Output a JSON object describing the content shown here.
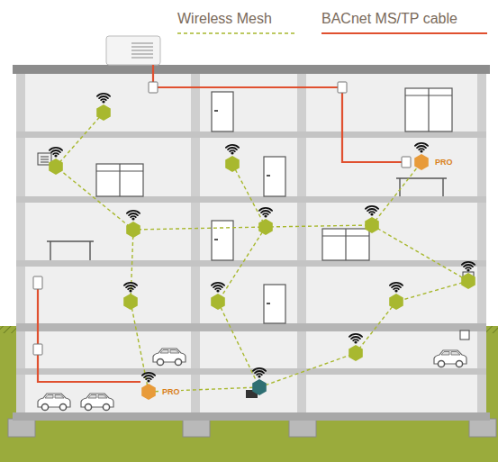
{
  "diagram": {
    "nodes": [
      {
        "text": [
          "PRO"
        ]
      },
      {
        "text": [
          "PRO"
        ]
      }
    ],
    "legend": [
      {
        "text": "Wireless Mesh"
      },
      {
        "text": "BACnet MS/TP cable"
      }
    ]
  }
}
